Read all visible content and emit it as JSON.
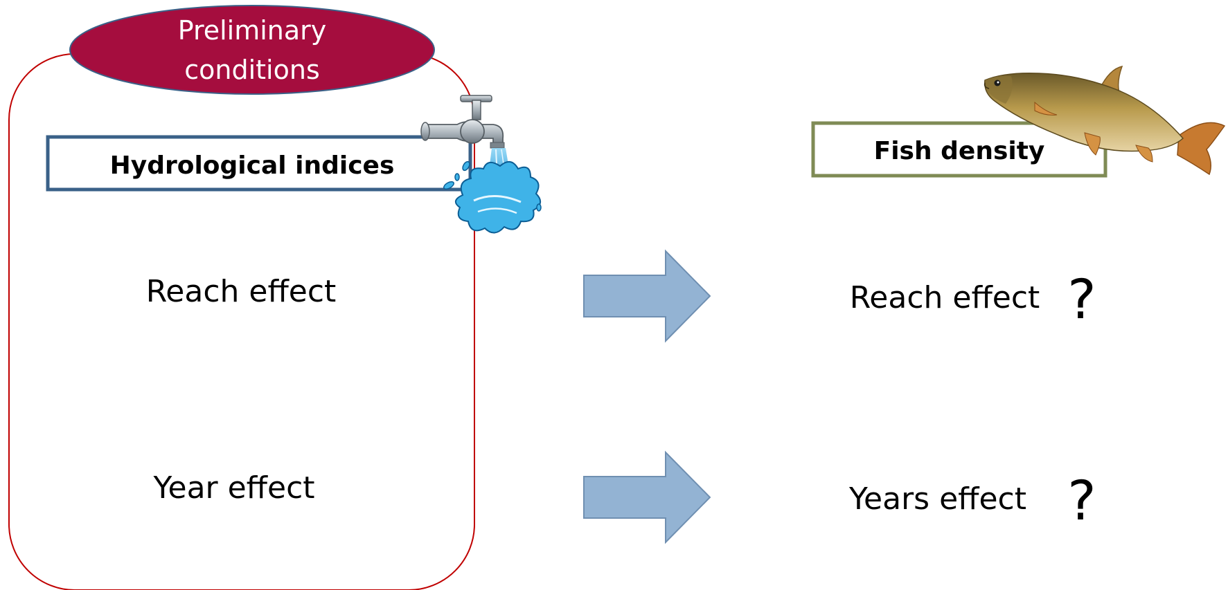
{
  "left_panel": {
    "badge_line1": "Preliminary",
    "badge_line2": "conditions",
    "box_label": "Hydrological indices",
    "row1_label": "Reach effect",
    "row2_label": "Year effect"
  },
  "right_panel": {
    "box_label": "Fish density",
    "row1_label": "Reach effect",
    "row1_mark": "?",
    "row2_label": "Years effect",
    "row2_mark": "?"
  },
  "icons": {
    "tap": "water-tap-icon",
    "fish": "fish-icon",
    "arrow": "right-arrow-icon"
  },
  "colors": {
    "badge_fill": "#a50d3e",
    "container_stroke": "#c00000",
    "hydro_box_stroke": "#3a6188",
    "fish_box_stroke": "#7f8b55",
    "arrow_fill": "#93b3d3",
    "arrow_stroke": "#6f8fb1",
    "water": "#3fb3e8"
  }
}
